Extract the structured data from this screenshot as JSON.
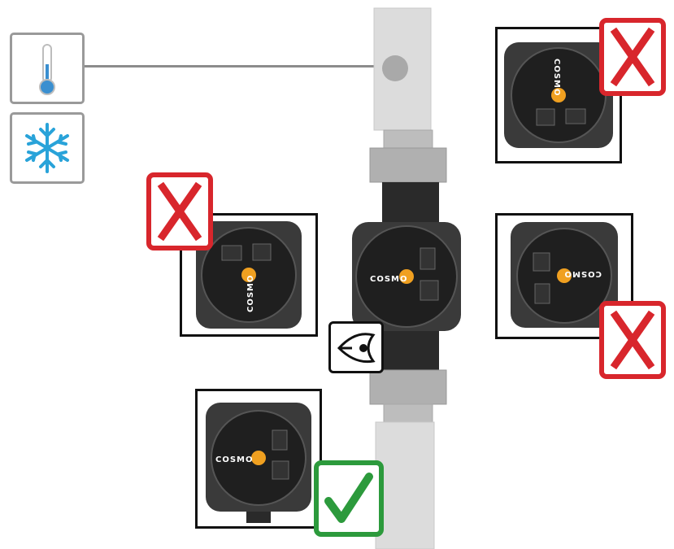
{
  "brand": "COSMO",
  "icons": {
    "temperature": "thermometer-icon",
    "cold": "snowflake-icon",
    "view": "eye-icon",
    "wrong": "x-mark-icon",
    "right": "check-mark-icon"
  },
  "orientations": [
    {
      "position": "top-right",
      "rotation_deg": 90,
      "valid": false
    },
    {
      "position": "left",
      "rotation_deg": -90,
      "valid": false
    },
    {
      "position": "right",
      "rotation_deg": 180,
      "valid": false
    },
    {
      "position": "bottom",
      "rotation_deg": 0,
      "valid": true
    }
  ],
  "colors": {
    "invalid": "#d8262c",
    "valid": "#2c9a3c",
    "cold": "#29a3d9",
    "pipe": "#d9d9d9",
    "pump_body": "#1f1f1f",
    "center_knob": "#f0a020"
  }
}
